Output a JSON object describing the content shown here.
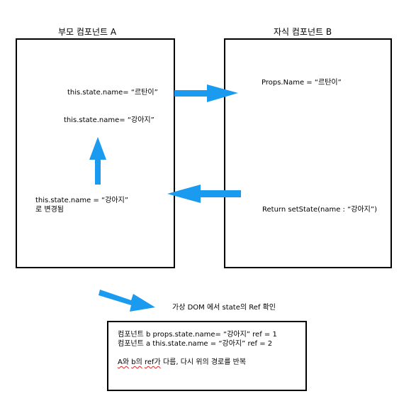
{
  "parent": {
    "title": "부모 컴포넌트 A",
    "state_initial": "this.state.name= “르탄이”",
    "state_new": "this.state.name= “강아지”",
    "changed_line1": "this.state.name = “강아지”",
    "changed_line2": "로 변경됨"
  },
  "child": {
    "title": "자식 컴포넌트 B",
    "props_name": "Props.Name = “르탄이”",
    "return_set_state": "Return setState(name : “강아지”)"
  },
  "virtual_dom": {
    "label": "가상 DOM 에서 state의 Ref 확인"
  },
  "result": {
    "line1": "컴포넌트 b props.state.name= “강아지”   ref = 1",
    "line2": "컴포넌트 a this.state.name = “강아지” ref = 2",
    "line3_a": "A와",
    "line3_b": "b의",
    "line3_c": "ref가",
    "line3_d": "다름, 다시 위의 경로를 반복"
  },
  "colors": {
    "arrow": "#1a9bf0",
    "border": "#000000",
    "error_underline": "#e02020"
  }
}
